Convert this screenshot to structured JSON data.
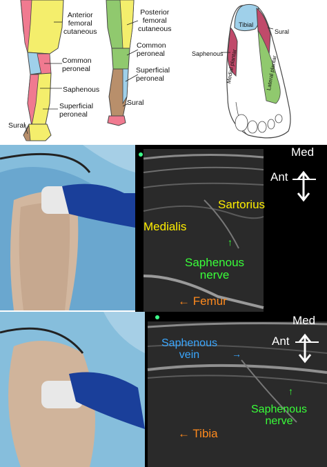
{
  "colors": {
    "anterior_femoral": "#f4ee6c",
    "posterior_femoral": "#90c96e",
    "common_peroneal": "#9fd0ea",
    "saphenous": "#f07a90",
    "superficial_peroneal": "#f4ee6c",
    "sural": "#b88f6b",
    "us_yellow": "#ffee00",
    "us_green": "#39ff39",
    "us_orange": "#ff8a1e",
    "us_blue": "#3aa7ff"
  },
  "anterior_leg": {
    "anterior_femoral_cutaneous": "Anterior\nfemoral\ncutaneous",
    "common_peroneal": "Common\nperoneal",
    "saphenous": "Saphenous",
    "superficial_peroneal": "Superficial\nperoneal",
    "sural": "Sural"
  },
  "posterior_leg": {
    "posterior_femoral_cutaneous": "Posterior\nfemoral\ncutaneous",
    "common_peroneal": "Common\nperoneal",
    "superficial_peroneal": "Superficial\nperoneal",
    "sural": "Sural"
  },
  "foot_diagram": {
    "tibial": "Tibial",
    "sural": "Sural",
    "saphenous": "Saphenous",
    "medial_plantar": "Medial plantar",
    "lateral_plantar": "Lateral plantar"
  },
  "ultrasound_1": {
    "med": "Med",
    "ant": "Ant",
    "sartorius": "Sartorius",
    "medialis": "Medialis",
    "up_arrow": "↑",
    "saphenous_nerve": "Saphenous\nnerve",
    "femur": "← Femur"
  },
  "ultrasound_2": {
    "med": "Med",
    "ant": "Ant",
    "saphenous_vein": "Saphenous\nvein",
    "vein_arrow": "→",
    "up_arrow": "↑",
    "saphenous_nerve": "Saphenous\nnerve",
    "tibia": "← Tibia"
  }
}
